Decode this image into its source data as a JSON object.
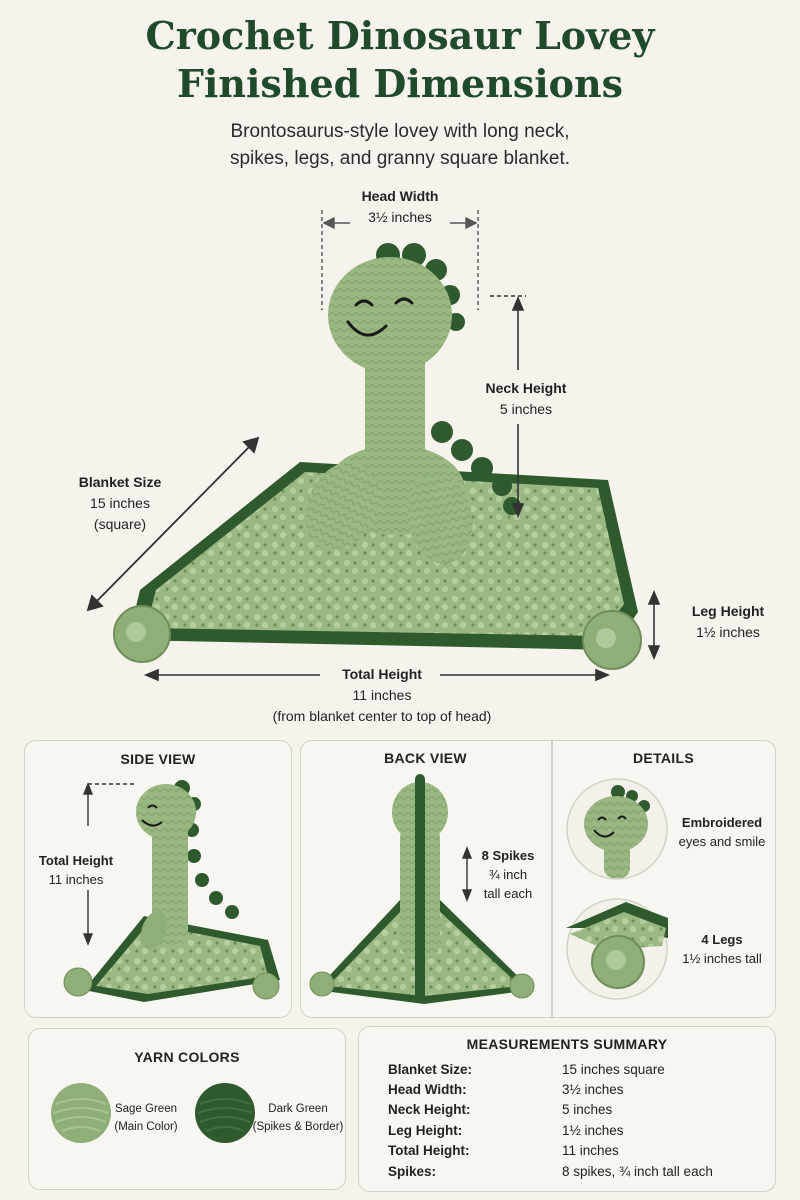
{
  "header": {
    "title_line1": "Crochet Dinosaur Lovey",
    "title_line2": "Finished Dimensions",
    "subtitle_line1": "Brontosaurus-style lovey with long neck,",
    "subtitle_line2": "spikes, legs, and granny square blanket."
  },
  "main": {
    "head_width": {
      "label": "Head Width",
      "value": "3½ inches"
    },
    "neck_height": {
      "label": "Neck Height",
      "value": "5 inches"
    },
    "blanket_size": {
      "label": "Blanket Size",
      "value": "15 inches",
      "note": "(square)"
    },
    "leg_height": {
      "label": "Leg Height",
      "value": "1½ inches"
    },
    "total_height": {
      "label": "Total Height",
      "value": "11 inches",
      "note": "(from blanket center to top of head)"
    }
  },
  "side_view": {
    "title": "SIDE VIEW",
    "label": "Total Height",
    "value": "11 inches"
  },
  "back_view": {
    "title": "BACK VIEW",
    "label": "8 Spikes",
    "value_line1": "¾ inch",
    "value_line2": "tall each"
  },
  "details": {
    "title": "DETAILS",
    "eyes_label": "Embroidered",
    "eyes_text": "eyes and smile",
    "legs_label": "4 Legs",
    "legs_text": "1½ inches tall"
  },
  "yarn": {
    "title": "YARN COLORS",
    "items": [
      {
        "name": "Sage Green",
        "role": "(Main Color)",
        "color": "#8fae78"
      },
      {
        "name": "Dark Green",
        "role": "(Spikes & Border)",
        "color": "#2f5a2e"
      }
    ]
  },
  "summary": {
    "title": "MEASUREMENTS SUMMARY",
    "rows": [
      {
        "key": "Blanket Size:",
        "value": "15 inches square"
      },
      {
        "key": "Head Width:",
        "value": "3½ inches"
      },
      {
        "key": "Neck Height:",
        "value": "5 inches"
      },
      {
        "key": "Leg Height:",
        "value": "1½ inches"
      },
      {
        "key": "Total Height:",
        "value": "11 inches"
      },
      {
        "key": "Spikes:",
        "value": "8 spikes, ¾ inch tall each"
      }
    ]
  },
  "colors": {
    "sage": "#9bb883",
    "sage_dark": "#7f9e68",
    "forest": "#2f5a2e",
    "title": "#1f4a2c"
  }
}
